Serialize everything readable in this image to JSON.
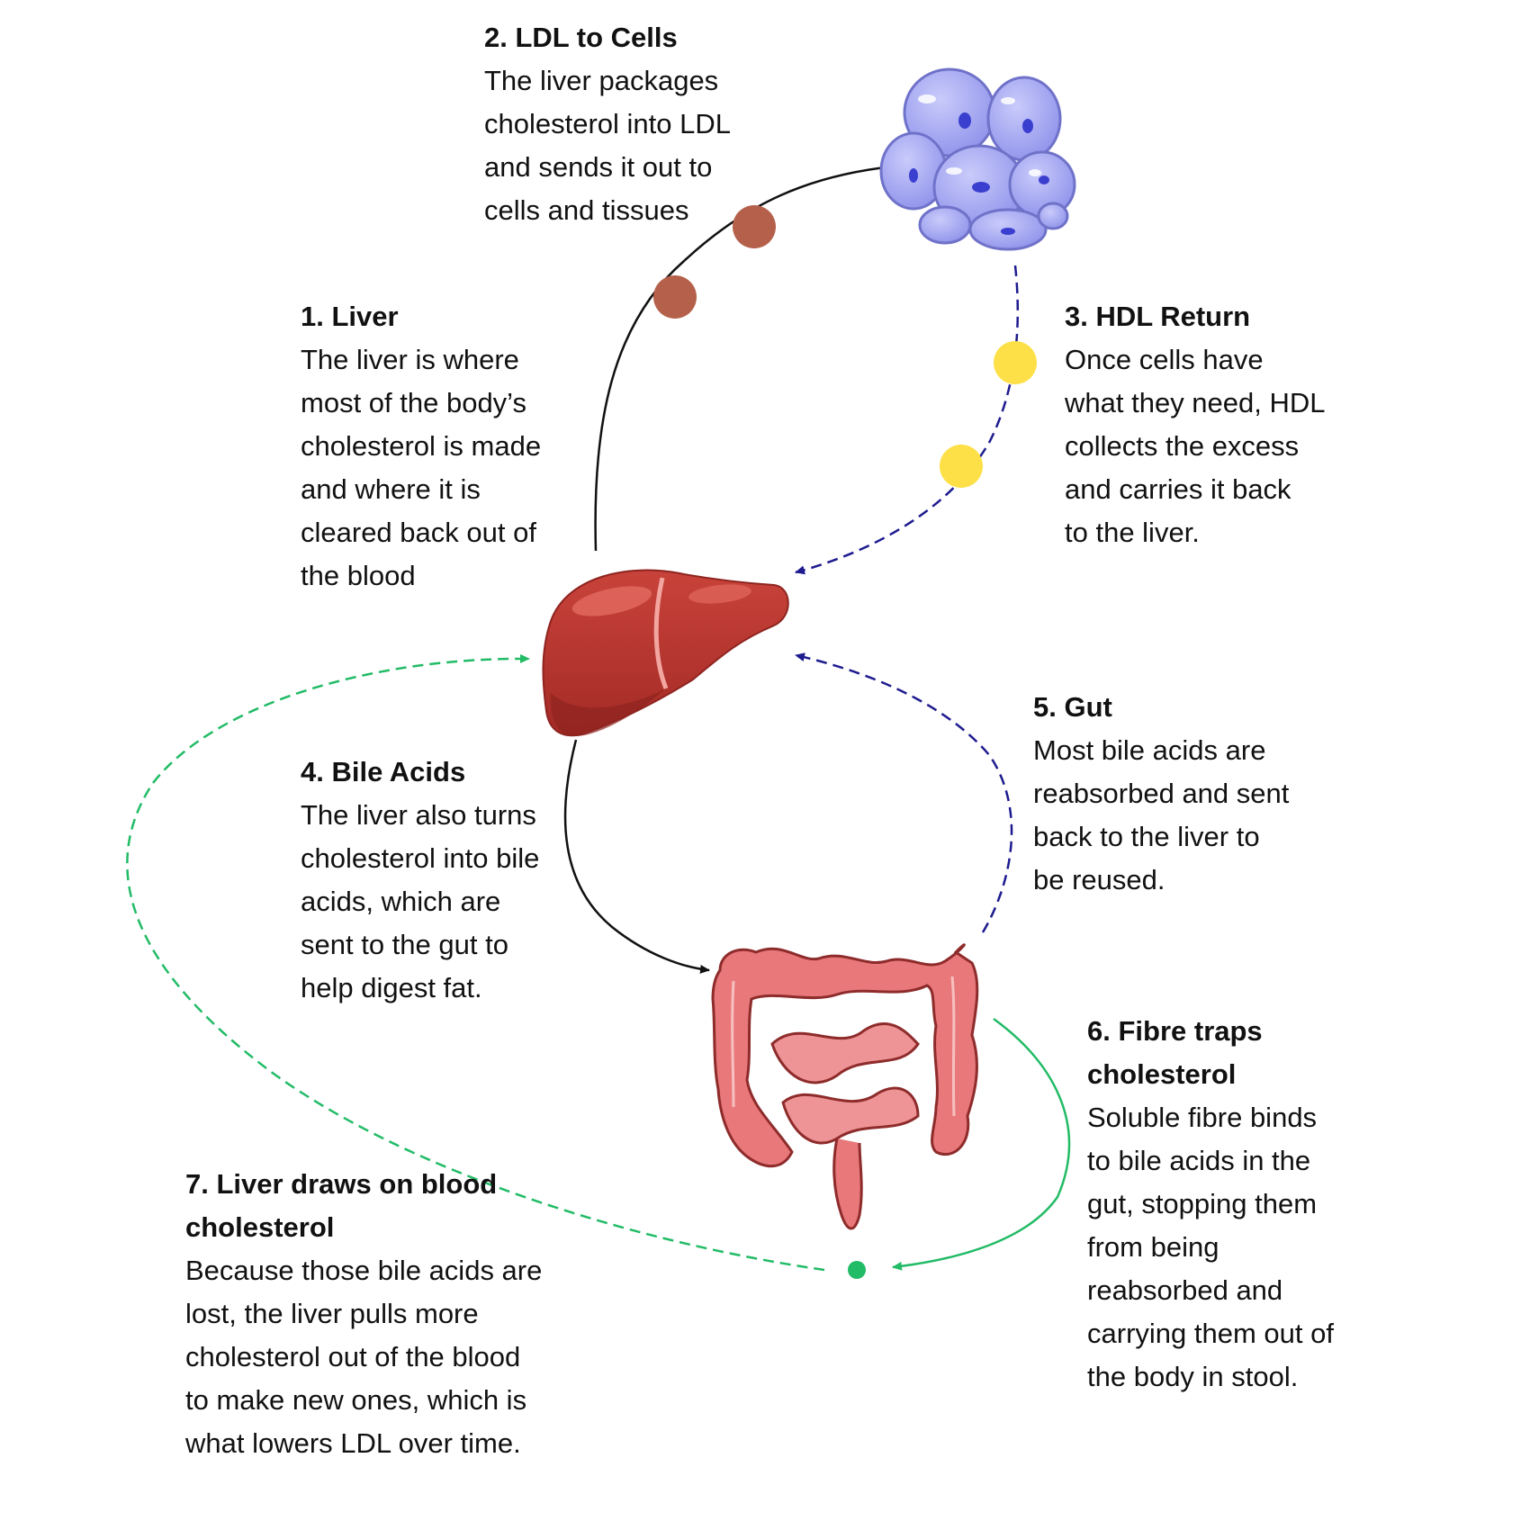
{
  "steps": {
    "liver": {
      "title": "1. Liver",
      "body": "The liver is where\nmost of the body’s\ncholesterol is made\nand where it is\ncleared back out of\nthe blood"
    },
    "ldl": {
      "title": "2. LDL to Cells",
      "body": "The liver packages\ncholesterol into LDL\nand sends it out to\ncells and tissues"
    },
    "hdl": {
      "title": "3. HDL Return",
      "body": "Once cells have\nwhat they need, HDL\ncollects the excess\nand carries it back\nto the liver."
    },
    "bile": {
      "title": "4. Bile Acids",
      "body": "The liver also turns\ncholesterol into bile\nacids, which are\nsent to the gut to\nhelp digest fat."
    },
    "gut": {
      "title": "5. Gut",
      "body": "Most bile acids are\nreabsorbed and sent\nback to the liver to\nbe reused."
    },
    "fibre": {
      "title": "6. Fibre traps\ncholesterol",
      "body": "Soluble fibre binds\nto bile acids in the\ngut, stopping them\nfrom being\nreabsorbed and\ncarrying them out of\nthe body in stool."
    },
    "blood": {
      "title": "7. Liver draws on blood\ncholesterol",
      "body": "Because those bile acids are\nlost, the liver pulls more\ncholesterol out of the blood\nto make new ones, which is\nwhat lowers LDL over time."
    }
  },
  "colors": {
    "ldl_particle": "#b5604a",
    "hdl_particle": "#fde047",
    "ldl_arrow": "#111111",
    "hdl_arrow": "#1e1b8f",
    "fibre_arrow": "#22bb66",
    "liver": "#b7312b",
    "cells": "#a5a8f2",
    "intestine": "#e8787a"
  },
  "icons": [
    "liver-icon",
    "cell-cluster-icon",
    "intestine-icon"
  ]
}
